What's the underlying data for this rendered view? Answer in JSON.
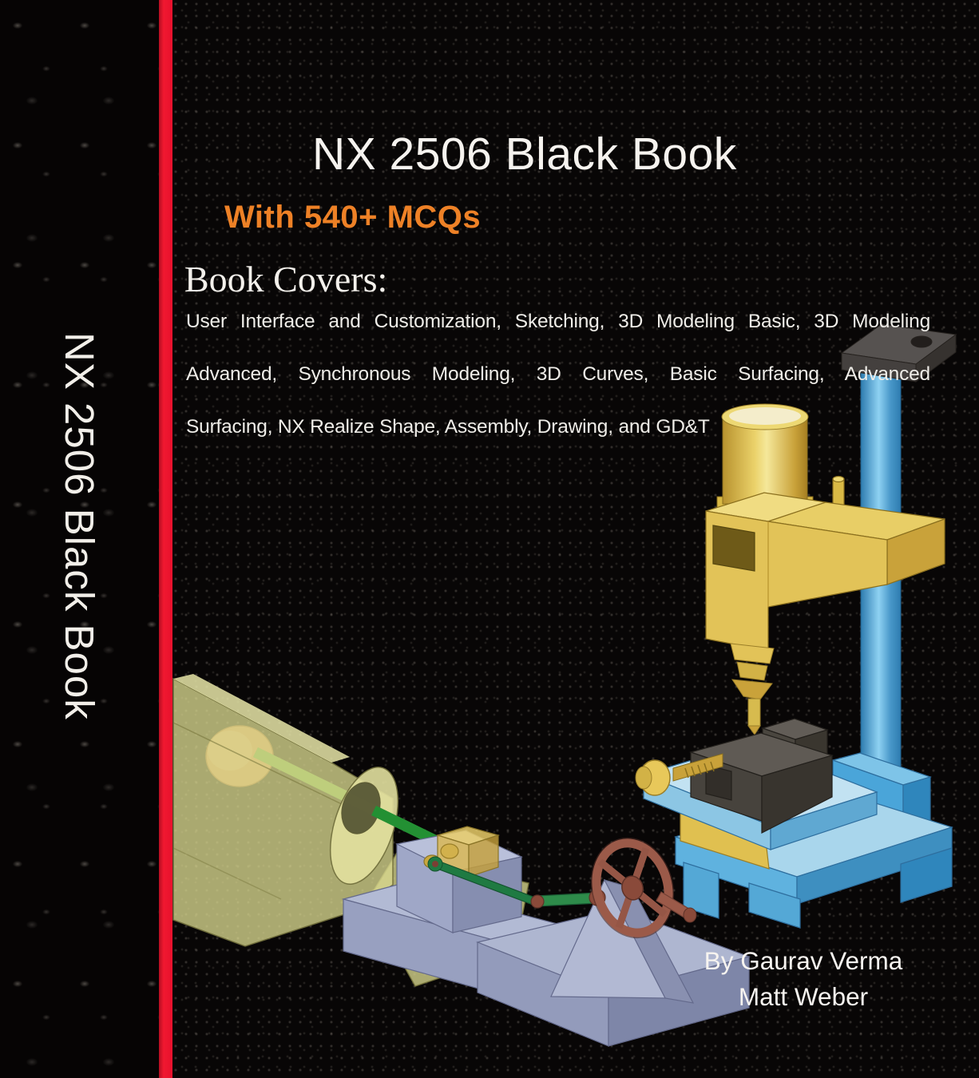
{
  "spine": {
    "title": "NX 2506 Black Book"
  },
  "cover": {
    "title": "NX 2506 Black Book",
    "badge": "With 540+ MCQs",
    "heading": "Book Covers:",
    "topics_lines": [
      "User Interface and Customization, Sketching, 3D Modeling Basic, 3D Modeling",
      "Advanced, Synchronous Modeling, 3D Curves, Basic Surfacing, Advanced",
      "Surfacing, NX Realize Shape, Assembly, Drawing, and GD&T"
    ],
    "topics_full": "User Interface and Customization, Sketching, 3D Modeling Basic, 3D Modeling Advanced, Synchronous Modeling, 3D Curves, Basic Surfacing, Advanced Surfacing, NX Realize Shape, Assembly, Drawing, and GD&T",
    "authors": [
      "By Gaurav Verma",
      "Matt Weber"
    ]
  },
  "colors": {
    "stripe_red": "#E8112D",
    "badge_orange": "#EE8126",
    "text_white": "#F6F3EF",
    "background_black": "#080606",
    "machine_yellow": "#E2C358",
    "column_blue": "#4FA8D8",
    "base_light_blue": "#5FB2DF",
    "vise_gray": "#47433D",
    "handwheel_brown": "#9B5A49",
    "shaft_green": "#2E8B35",
    "piston_orange": "#E09858",
    "housing_translucent_yellow": "#D6D58C",
    "slider_lavender": "#A6AECB"
  },
  "illustration": {
    "alt": "Isometric CAD render: translucent yellow cylinder housing with orange piston and green shaft driving a slider-crank linkage with brown handwheel on a triangular support, beside a bench drill press with blue column, yellow motor head, machine vise and light blue base",
    "parts": [
      "translucent cylinder housing",
      "orange piston",
      "green shaft",
      "slider cube",
      "connecting links",
      "handwheel with crank",
      "triangular support",
      "drill press column and cap",
      "motor and spindle head",
      "drill bit",
      "machine vise with screw",
      "worktable and base"
    ]
  }
}
